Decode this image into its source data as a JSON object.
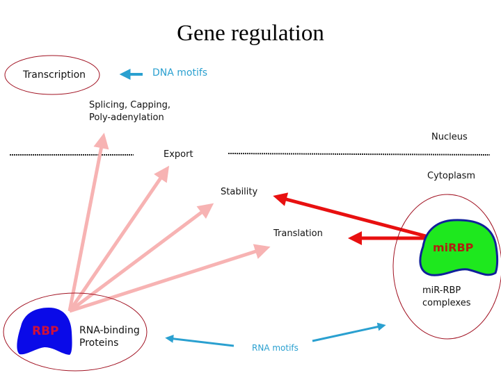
{
  "title": "Gene regulation",
  "labels": {
    "transcription": "Transcription",
    "dna_motifs_prefix": "DNA",
    "dna_motifs_suffix": " motifs",
    "splicing_line1": "Splicing, Capping,",
    "splicing_line2": "Poly-adenylation",
    "nucleus": "Nucleus",
    "export": "Export",
    "cytoplasm": "Cytoplasm",
    "stability": "Stability",
    "translation": "Translation",
    "mirbp": "miRBP",
    "mir_rbp_line1": "miR-RBP",
    "mir_rbp_line2": "complexes",
    "rbp": "RBP",
    "rna_binding_line1": "RNA-binding",
    "rna_binding_line2": "Proteins",
    "rna_motifs": "RNA motifs"
  },
  "colors": {
    "pink_arrow": "#f7b3b3",
    "red_arrow": "#e81010",
    "blue_arrow": "#2aa0d0",
    "ellipse_outline": "#a01020",
    "rbp_fill": "#0a0ae8",
    "rbp_text": "#d0103a",
    "mirbp_fill": "#1ee81e",
    "mirbp_outline": "#10209a",
    "mirbp_text": "#b02010"
  }
}
